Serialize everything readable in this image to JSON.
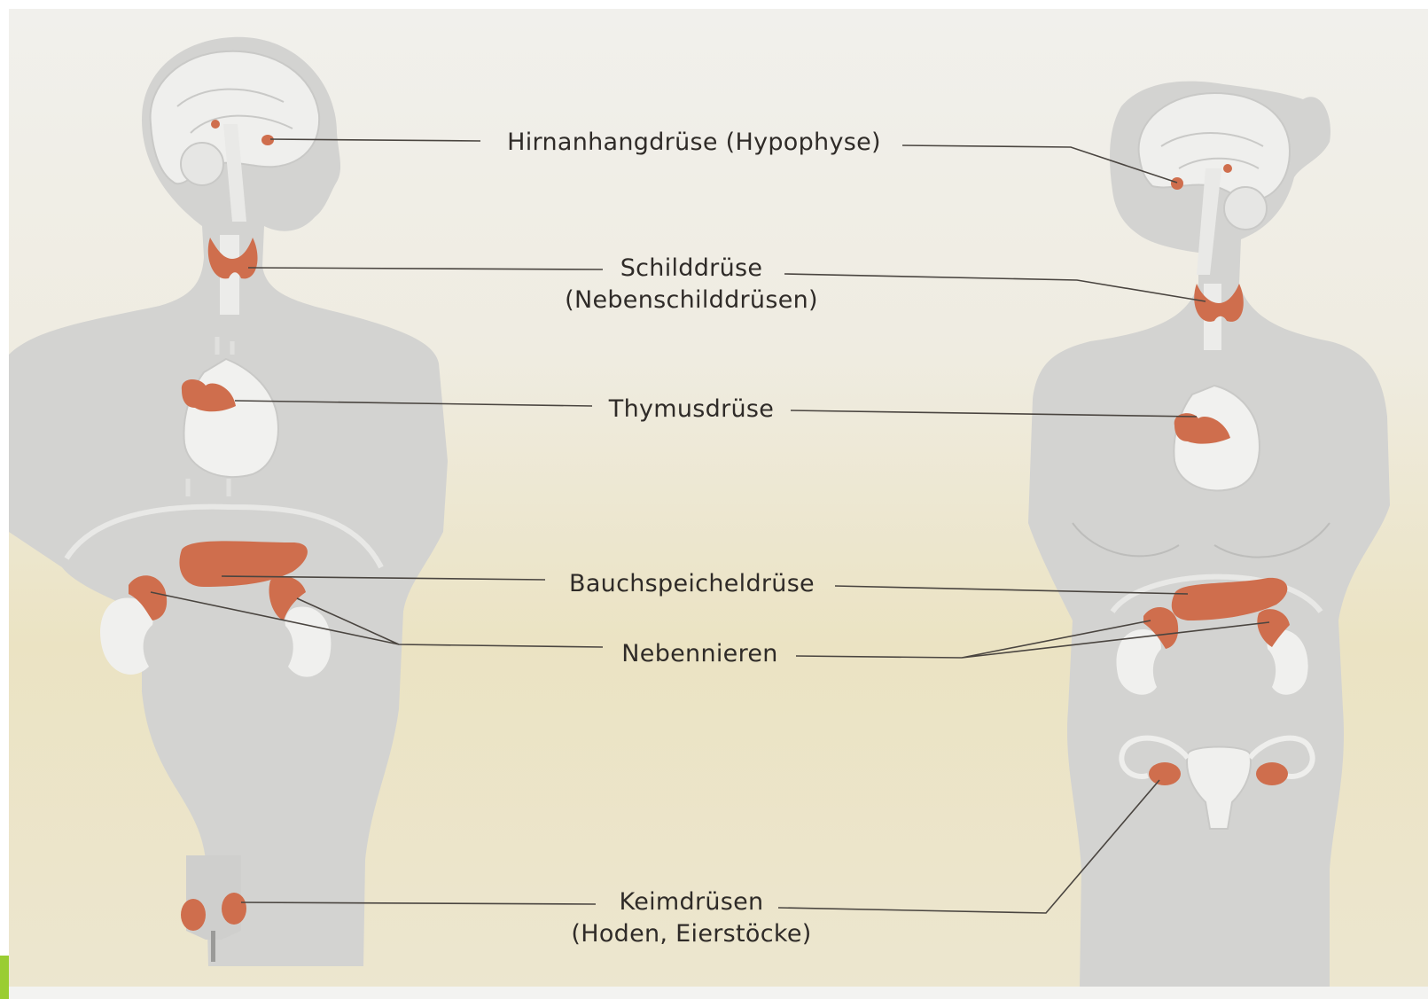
{
  "labels": {
    "pituitary": "Hirnanhangdrüse (Hypophyse)",
    "thyroid_line1": "Schilddrüse",
    "thyroid_line2": "(Nebenschilddrüsen)",
    "thymus": "Thymusdrüse",
    "pancreas": "Bauchspeicheldrüse",
    "adrenal": "Nebennieren",
    "gonads_line1": "Keimdrüsen",
    "gonads_line2": "(Hoden, Eierstöcke)"
  },
  "colors": {
    "gland": "#cf6e4d",
    "silhouette": "#d3d3d1",
    "organ_outline": "#eeeeec",
    "leader_line": "#4a4540"
  }
}
